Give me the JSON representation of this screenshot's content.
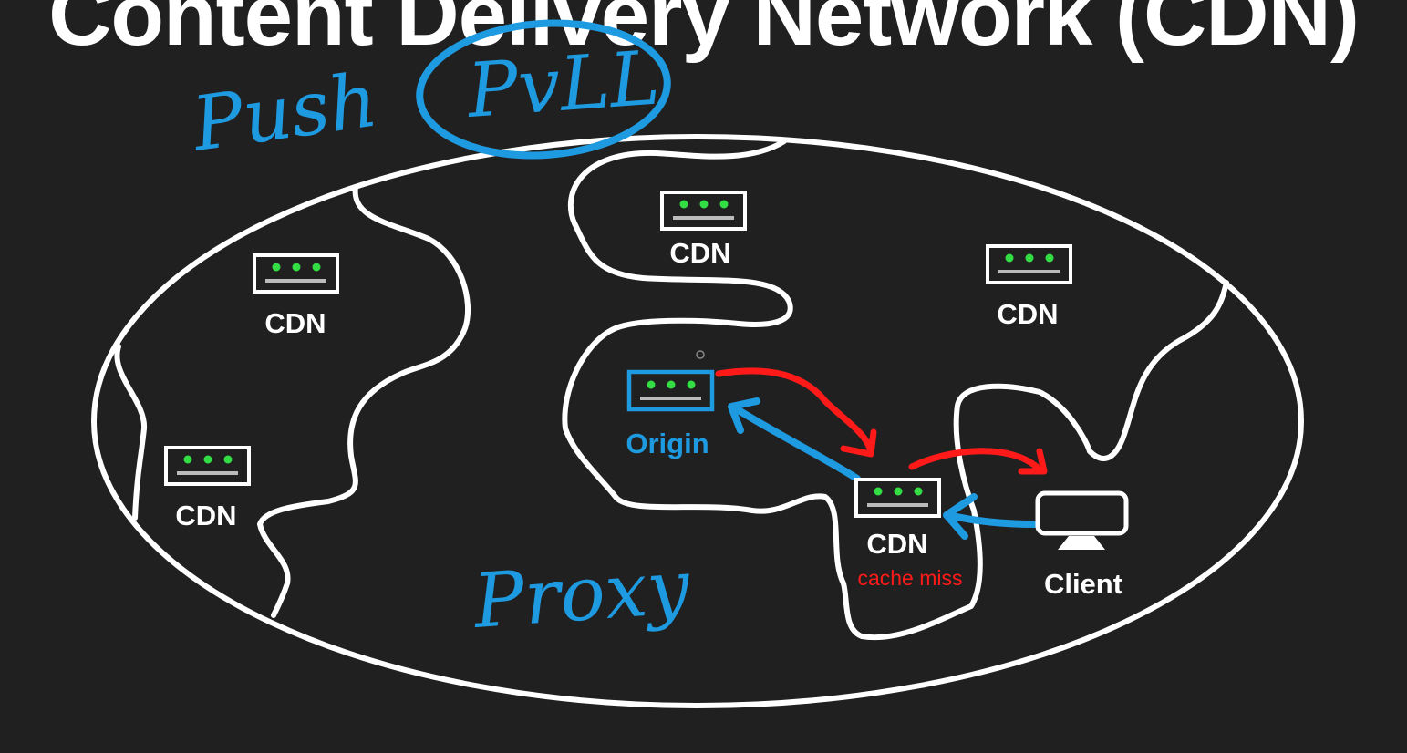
{
  "title": "Content Delivery Network (CDN)",
  "annotations": {
    "push": "Push",
    "pull": "PvLL",
    "proxy": "Proxy"
  },
  "nodes": {
    "cdn_1": "CDN",
    "cdn_2": "CDN",
    "cdn_3": "CDN",
    "cdn_4": "CDN",
    "cdn_5": "CDN",
    "origin": "Origin",
    "client": "Client"
  },
  "notes": {
    "cache_miss": "cache miss"
  },
  "colors": {
    "background": "#202020",
    "outline": "#ffffff",
    "led": "#33dd44",
    "annotation_blue": "#1e9ae0",
    "response_red": "#ff1a1a"
  },
  "icons": {
    "server": "server-icon",
    "client": "monitor-icon"
  }
}
